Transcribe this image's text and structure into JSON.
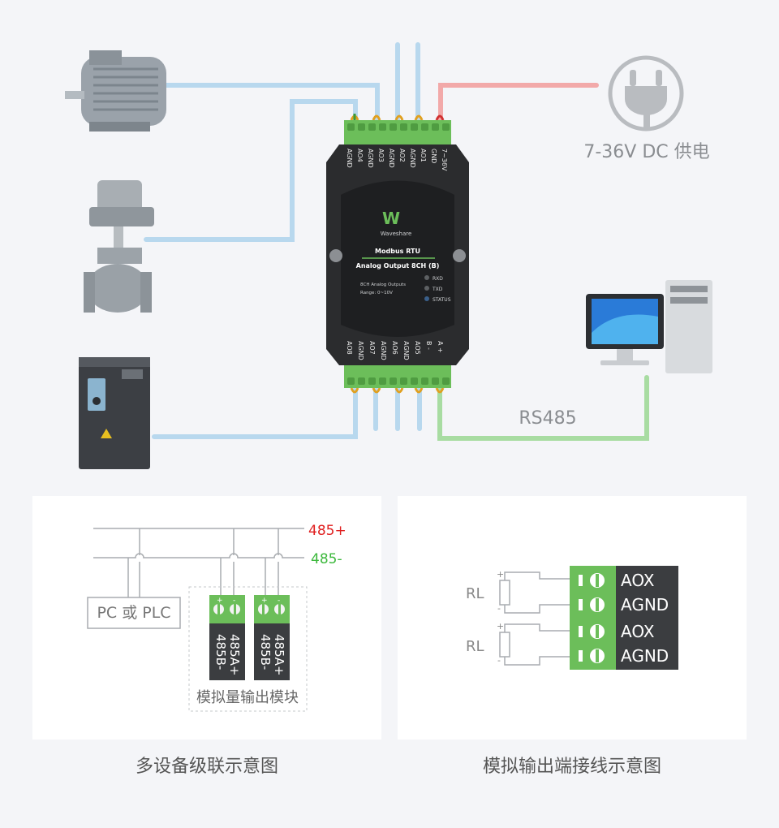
{
  "top": {
    "power_label": "7-36V DC 供电",
    "rs485_label": "RS485",
    "module": {
      "brand": "Waveshare",
      "title_line1": "Modbus RTU",
      "title_line2": "Analog Output 8CH (B)",
      "desc_line1": "8CH Analog Outputs",
      "desc_line2": "Range:  0~10V",
      "led_rxd": "RXD",
      "led_txd": "TXD",
      "led_status": "STATUS",
      "top_pins": [
        "AGND",
        "AO4",
        "AGND",
        "AO3",
        "AGND",
        "AO2",
        "AGND",
        "AO1",
        "GND",
        "7~36V"
      ],
      "bottom_pins": [
        "AO8",
        "AGND",
        "AO7",
        "AGND",
        "AO6",
        "AGND",
        "AO5",
        "B -",
        "A +"
      ]
    }
  },
  "left_panel": {
    "bus_plus": "485+",
    "bus_minus": "485-",
    "pc_box": "PC 或 PLC",
    "module_pin_a": "485A+",
    "module_pin_b": "485B-",
    "module_caption": "模拟量输出模块",
    "caption": "多设备级联示意图"
  },
  "right_panel": {
    "load_label": "RL",
    "plus": "+",
    "minus": "-",
    "out_label": "AOX",
    "gnd_label": "AGND",
    "caption": "模拟输出端接线示意图"
  },
  "colors": {
    "power_red": "#e04a4a",
    "bus_plus_red": "#e02020",
    "bus_minus_green": "#3cb83c",
    "terminal_green": "#6cbe5a",
    "wire_blue": "#a9cfe8",
    "wire_green": "#8fd18a"
  }
}
